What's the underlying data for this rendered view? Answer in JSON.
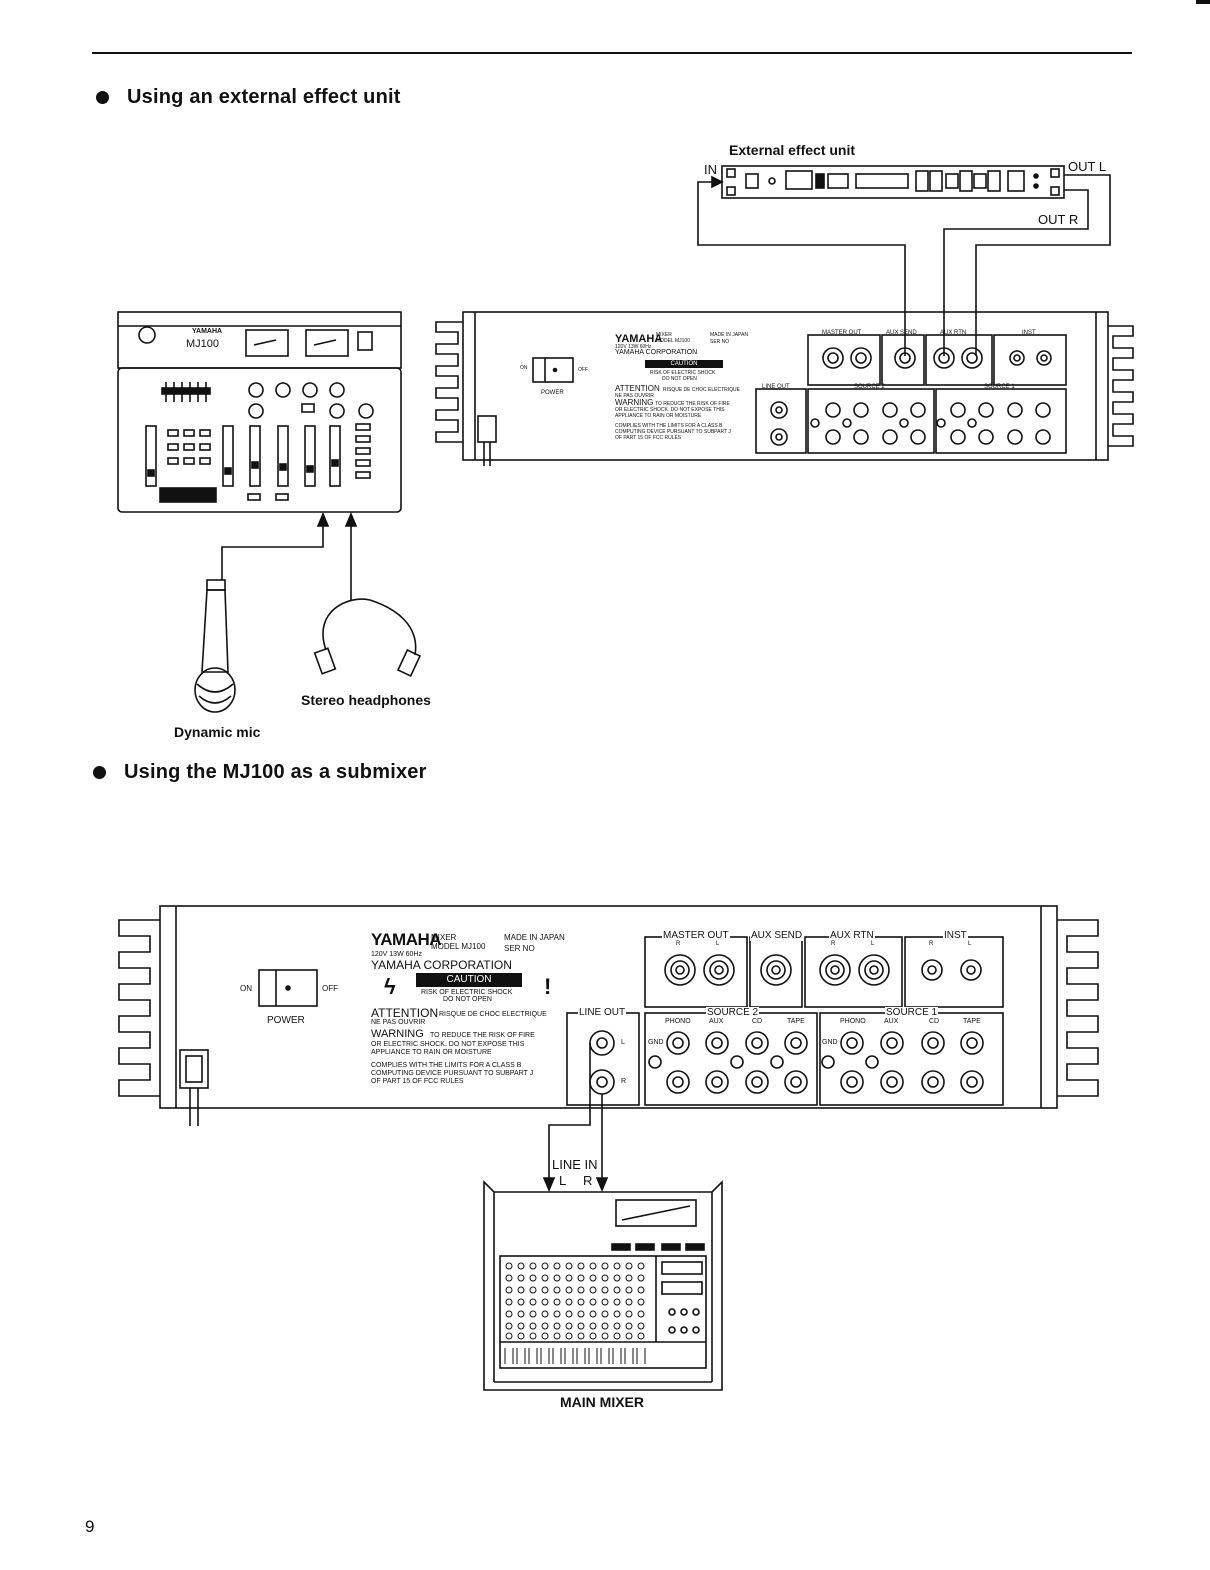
{
  "page_number": "9",
  "section1": {
    "heading": "Using an external effect unit",
    "effect_unit": {
      "caption": "External effect unit",
      "in_label": "IN",
      "out_l_label": "OUT L",
      "out_r_label": "OUT R"
    },
    "mic_label": "Dynamic mic",
    "headphones_label": "Stereo headphones",
    "front_panel": {
      "brand": "YAMAHA",
      "model": "MJ100"
    }
  },
  "section2": {
    "heading": "Using the MJ100 as a submixer",
    "line_in_label": "LINE IN",
    "line_in_l": "L",
    "line_in_r": "R",
    "main_mixer_label": "MAIN MIXER"
  },
  "rear_panel": {
    "brand": "YAMAHA",
    "mixer": "MIXER",
    "model": "MODEL  MJ100",
    "made_in": "MADE IN JAPAN",
    "ser_no": "SER NO",
    "power_spec": "120V  13W  60Hz",
    "corporation": "YAMAHA CORPORATION",
    "caution": "CAUTION",
    "risk": "RISK OF ELECTRIC SHOCK",
    "do_not_open": "DO NOT OPEN",
    "attention": "ATTENTION",
    "attention_fr": "RISQUE DE CHOC ELECTRIQUE",
    "ne_pas": "NE PAS OUVRIR",
    "warning": "WARNING",
    "warning_text1": "TO REDUCE THE RISK OF FIRE",
    "warning_text2": "OR ELECTRIC SHOCK. DO NOT EXPOSE THIS",
    "warning_text3": "APPLIANCE TO RAIN OR MOISTURE",
    "complies1": "COMPLIES WITH THE LIMITS FOR A CLASS B",
    "complies2": "COMPUTING DEVICE PURSUANT TO SUBPART J",
    "complies3": "OF PART 15 OF FCC RULES",
    "on": "ON",
    "off": "OFF",
    "power": "POWER",
    "master_out": "MASTER OUT",
    "aux_send": "AUX SEND",
    "aux_rtn": "AUX RTN",
    "inst": "INST",
    "line_out": "LINE OUT",
    "source2": "SOURCE 2",
    "source1": "SOURCE 1",
    "phono": "PHONO",
    "aux": "AUX",
    "cd": "CD",
    "tape": "TAPE",
    "gnd": "GND",
    "r": "R",
    "l": "L"
  }
}
